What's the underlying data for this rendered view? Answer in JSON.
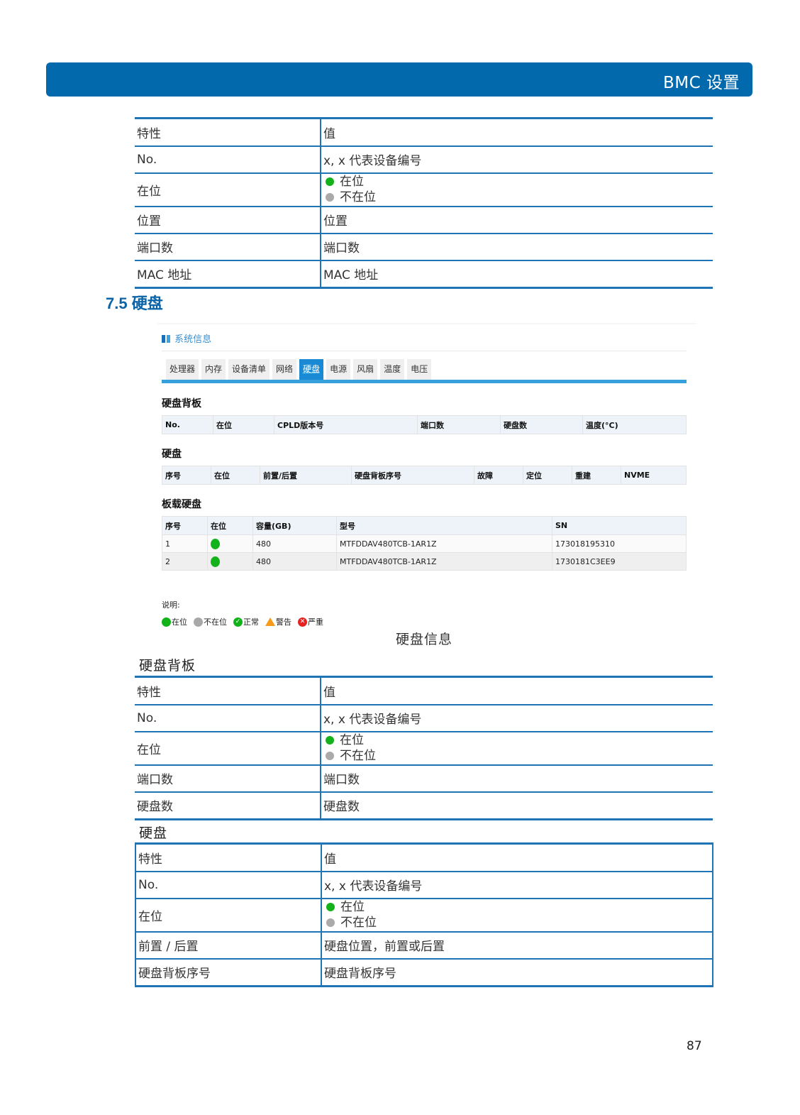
{
  "header": {
    "title": "BMC 设置"
  },
  "table_top": {
    "rows": [
      {
        "prop": "特性",
        "value": "值"
      },
      {
        "prop": "No.",
        "value": "x, x 代表设备编号"
      },
      {
        "prop": "在位",
        "value_lines": [
          {
            "icon": "green-dot",
            "text": "在位"
          },
          {
            "icon": "gray-dot",
            "text": "不在位"
          }
        ]
      },
      {
        "prop": "位置",
        "value": "位置"
      },
      {
        "prop": "端口数",
        "value": "端口数"
      },
      {
        "prop": "MAC 地址",
        "value": "MAC 地址"
      }
    ]
  },
  "section": {
    "heading": "7.5 硬盘"
  },
  "screenshot": {
    "panel_title": "系统信息",
    "tabs": [
      {
        "label": "处理器",
        "active": false
      },
      {
        "label": "内存",
        "active": false
      },
      {
        "label": "设备清单",
        "active": false
      },
      {
        "label": "网络",
        "active": false
      },
      {
        "label": "硬盘",
        "active": true
      },
      {
        "label": "电源",
        "active": false
      },
      {
        "label": "风扇",
        "active": false
      },
      {
        "label": "温度",
        "active": false
      },
      {
        "label": "电压",
        "active": false
      }
    ],
    "backplane": {
      "title": "硬盘背板",
      "columns": [
        "No.",
        "在位",
        "CPLD版本号",
        "端口数",
        "硬盘数",
        "温度(°C)"
      ]
    },
    "disk": {
      "title": "硬盘",
      "columns": [
        "序号",
        "在位",
        "前置/后置",
        "硬盘背板序号",
        "故障",
        "定位",
        "重建",
        "NVME"
      ]
    },
    "onboard": {
      "title": "板载硬盘",
      "columns": [
        "序号",
        "在位",
        "容量(GB)",
        "型号",
        "SN"
      ],
      "rows": [
        {
          "index": "1",
          "present": "green-dot",
          "capacity": "480",
          "model": "MTFDDAV480TCB-1AR1Z",
          "sn": "173018195310"
        },
        {
          "index": "2",
          "present": "green-dot",
          "capacity": "480",
          "model": "MTFDDAV480TCB-1AR1Z",
          "sn": "1730181C3EE9"
        }
      ]
    },
    "legend": {
      "title": "说明:",
      "items": [
        {
          "icon": "green-dot",
          "label": "在位"
        },
        {
          "icon": "gray-dot",
          "label": "不在位"
        },
        {
          "icon": "check-circle",
          "label": "正常"
        },
        {
          "icon": "warning-triangle",
          "label": "警告"
        },
        {
          "icon": "error-x-circle",
          "label": "严重"
        }
      ]
    }
  },
  "caption": "硬盘信息",
  "table_backplane": {
    "label": "硬盘背板",
    "rows": [
      {
        "prop": "特性",
        "value": "值"
      },
      {
        "prop": "No.",
        "value": "x, x 代表设备编号"
      },
      {
        "prop": "在位",
        "value_lines": [
          {
            "icon": "green-dot",
            "text": "在位"
          },
          {
            "icon": "gray-dot",
            "text": "不在位"
          }
        ]
      },
      {
        "prop": "端口数",
        "value": "端口数"
      },
      {
        "prop": "硬盘数",
        "value": "硬盘数"
      }
    ]
  },
  "table_disk": {
    "label": "硬盘",
    "rows": [
      {
        "prop": "特性",
        "value": "值"
      },
      {
        "prop": "No.",
        "value": "x, x 代表设备编号"
      },
      {
        "prop": "在位",
        "value_lines": [
          {
            "icon": "green-dot",
            "text": "在位"
          },
          {
            "icon": "gray-dot",
            "text": "不在位"
          }
        ]
      },
      {
        "prop": "前置 / 后置",
        "value": "硬盘位置，前置或后置"
      },
      {
        "prop": "硬盘背板序号",
        "value": "硬盘背板序号"
      }
    ]
  },
  "footer": {
    "page_number": "87"
  },
  "colors": {
    "brand_blue": "#0369ad",
    "table_rule": "#1f74b5",
    "tab_active": "#1a8ad4",
    "present_green": "#13b21a",
    "absent_gray": "#aaaaaa"
  }
}
